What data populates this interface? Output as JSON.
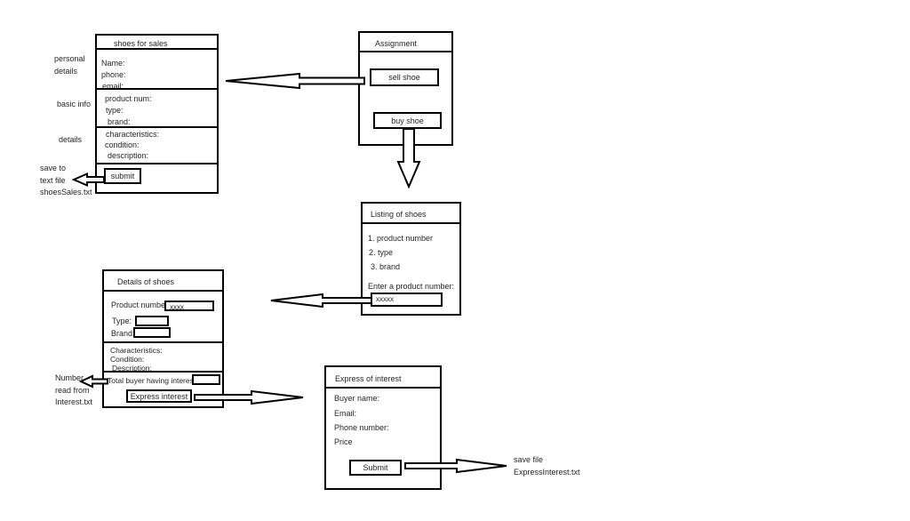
{
  "colors": {
    "ink": "#262626",
    "line": "#000000",
    "bg": "#ffffff"
  },
  "sales_form": {
    "title": "shoes for sales",
    "personal_fields": [
      "Name:",
      "phone:",
      "email:"
    ],
    "basic_fields": [
      "product num:",
      "type:",
      "brand:"
    ],
    "detail_fields": [
      "characteristics:",
      "condition:",
      "description:"
    ],
    "submit_label": "submit",
    "side_personal": [
      "personal",
      "details"
    ],
    "side_basic": "basic info",
    "side_details": "details",
    "side_save": [
      "save to",
      "text file",
      "shoesSales.txt"
    ]
  },
  "assignment": {
    "title": "Assignment",
    "sell_label": "sell shoe",
    "buy_label": "buy shoe"
  },
  "listing": {
    "title": "Listing of shoes",
    "items": [
      "1. product number",
      "2. type",
      "3. brand"
    ],
    "prompt": "Enter a product number:",
    "input_value": "xxxxx"
  },
  "details": {
    "title": "Details of shoes",
    "product_label": "Product number:",
    "product_value": "xxxx",
    "type_label": "Type:",
    "brand_label": "Brand:",
    "attr_fields": [
      "Characteristics:",
      "Condition:",
      "Description:"
    ],
    "total_label": "Total buyer having interest:",
    "express_label": "Express interest",
    "side_number": [
      "Number",
      "read from",
      "Interest.txt"
    ]
  },
  "express": {
    "title": "Express of interest",
    "fields": [
      "Buyer name:",
      "Email:",
      "Phone number:",
      "Price"
    ],
    "submit_label": "Submit",
    "side_save": [
      "save file",
      "ExpressInterest.txt"
    ]
  }
}
